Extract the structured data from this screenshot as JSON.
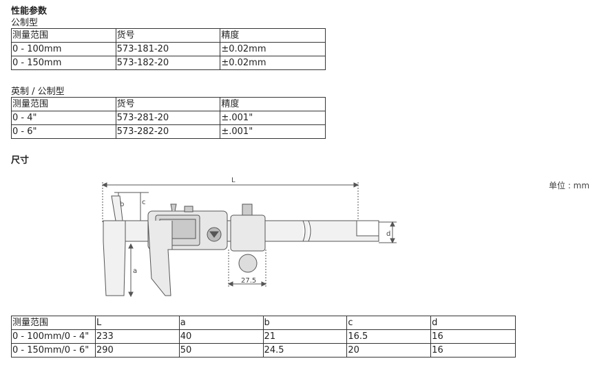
{
  "section_specs": {
    "title": "性能参数"
  },
  "table1": {
    "subtitle": "公制型",
    "header": [
      "测量范围",
      "货号",
      "精度"
    ],
    "rows": [
      [
        "0 - 100mm",
        "573-181-20",
        "±0.02mm"
      ],
      [
        "0 - 150mm",
        "573-182-20",
        "±0.02mm"
      ]
    ]
  },
  "table2": {
    "subtitle": "英制 / 公制型",
    "header": [
      "测量范围",
      "货号",
      "精度"
    ],
    "rows": [
      [
        "0 - 4\"",
        "573-281-20",
        "±.001\""
      ],
      [
        "0 - 6\"",
        "573-282-20",
        "±.001\""
      ]
    ]
  },
  "section_dims": {
    "title": "尺寸",
    "unit": "单位 : mm"
  },
  "drawing_labels": {
    "L": "L",
    "a": "a",
    "b": "b",
    "c": "c",
    "d": "d",
    "w": "27.5"
  },
  "table3": {
    "header": [
      "测量范围",
      "L",
      "a",
      "b",
      "c",
      "d"
    ],
    "rows": [
      [
        "0 - 100mm/0 - 4\"",
        "233",
        "40",
        "21",
        "16.5",
        "16"
      ],
      [
        "0 - 150mm/0 - 6\"",
        "290",
        "50",
        "24.5",
        "20",
        "16"
      ]
    ]
  }
}
